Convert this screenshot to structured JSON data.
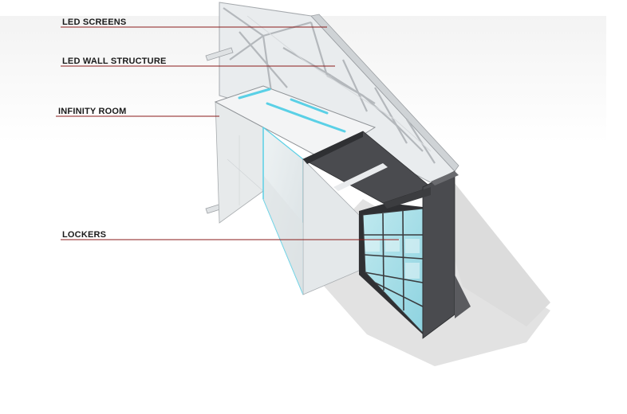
{
  "callouts": [
    {
      "id": "led-screens",
      "text": "LED SCREENS"
    },
    {
      "id": "led-wall-structure",
      "text": "LED WALL STRUCTURE"
    },
    {
      "id": "infinity-room",
      "text": "INFINITY ROOM"
    },
    {
      "id": "lockers",
      "text": "LOCKERS"
    }
  ],
  "colors": {
    "leader": "#8a1b1b",
    "glass_edge": "#5ad0e6",
    "dark_panel": "#4a4b4f",
    "frame": "#c9ccd0",
    "shadow": "#e6e6e6"
  }
}
